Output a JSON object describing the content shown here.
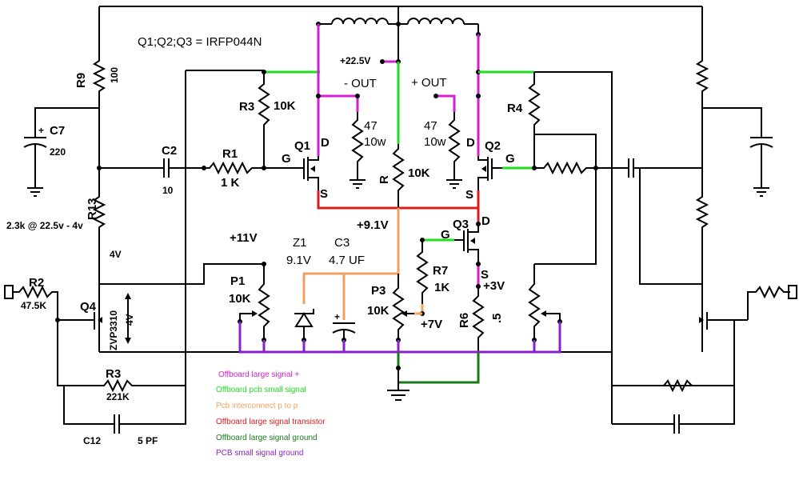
{
  "header": {
    "transistor_note": "Q1;Q2;Q3 =  IRFP044N"
  },
  "rails": {
    "supply": "+22.5V",
    "minus_out": "- OUT",
    "plus_out": "+ OUT"
  },
  "components": {
    "R9": "R9",
    "R9_value": "100",
    "C7": "C7",
    "C7_value": "220",
    "C2": "C2",
    "C2_value": "10",
    "R13": "R13",
    "R13_note": "2.3k @ 22.5v - 4v",
    "R3_top": "R3",
    "R3_top_value": "10K",
    "R1": "R1",
    "R1_value": "1 K",
    "Q1": "Q1",
    "Q1_G": "G",
    "Q1_D": "D",
    "Q1_S": "S",
    "load_left_value": "47",
    "load_left_power": "10w",
    "load_right_value": "47",
    "load_right_power": "10w",
    "R_center": "R",
    "R_center_value": "10K",
    "Q2": "Q2",
    "Q2_G": "G",
    "Q2_D": "D",
    "Q2_S": "S",
    "R4": "R4",
    "Q3": "Q3",
    "Q3_G": "G",
    "Q3_D": "D",
    "Q3_S": "S",
    "v_11": "+11V",
    "v_9_1": "+9.1V",
    "v_4": "4V",
    "v_4b": "4V",
    "Z1": "Z1",
    "Z1_value": "9.1V",
    "C3": "C3",
    "C3_value": "4.7 UF",
    "R7": "R7",
    "R7_value": "1K",
    "P1": "P1",
    "P1_value": "10K",
    "P3": "P3",
    "P3_value": "10K",
    "v_7": "+7V",
    "v_3": "+3V",
    "R6": "R6",
    "R6_value": ".5",
    "R2": "R2",
    "R2_value": "47.5K",
    "Q4": "Q4",
    "Q4_part": "ZVP3310",
    "R3_bottom": "R3",
    "R3_bottom_value": "221K",
    "C12": "C12",
    "C12_value": "5 PF"
  },
  "legend": [
    {
      "label": "Offboard large signal +",
      "color": "#d11fd1"
    },
    {
      "label": "Offboard pcb small signal",
      "color": "#22dd22"
    },
    {
      "label": "Pcb interconnect p to p",
      "color": "#f0a060"
    },
    {
      "label": "Offboard large signal transistor",
      "color": "#d81c1c"
    },
    {
      "label": "Offboard large signal ground",
      "color": "#1a7a1a"
    },
    {
      "label": "PCB small signal ground",
      "color": "#8a22c8"
    }
  ]
}
